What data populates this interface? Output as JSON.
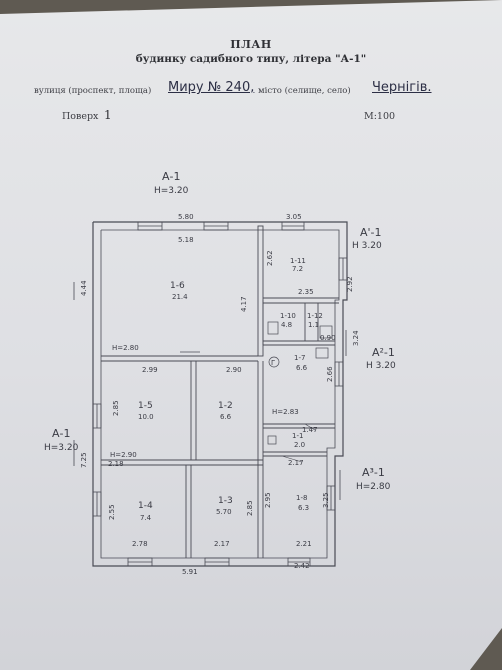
{
  "header": {
    "title": "ПЛАН",
    "subtitle": "будинку садибного типу, літера \"А-1\"",
    "street_label": "вулиця (проспект, площа)",
    "street_value": "Миру № 240,",
    "city_label": "місто (селище, село)",
    "city_value": "Чернігів.",
    "floor_label": "Поверх",
    "floor_value": "1",
    "scale": "М:100"
  },
  "plan": {
    "letter_labels": [
      {
        "code": "А-1",
        "h": "Н=3.20"
      },
      {
        "code": "А'-1",
        "h": "Н 3.20"
      },
      {
        "code": "А²-1",
        "h": "Н 3.20"
      },
      {
        "code": "А-1",
        "h": "Н=3.20"
      },
      {
        "code": "А³-1",
        "h": "Н=2.80"
      }
    ],
    "rooms": [
      {
        "id": "1-6",
        "area": "21.4"
      },
      {
        "id": "1-11",
        "area": "7.2"
      },
      {
        "id": "1-10",
        "area": "4.8"
      },
      {
        "id": "1-12",
        "area": "1.1"
      },
      {
        "id": "1-7",
        "area": "6.6"
      },
      {
        "id": "1-5",
        "area": "10.0"
      },
      {
        "id": "1-2",
        "area": "6.6"
      },
      {
        "id": "1-1",
        "area": "2.0"
      },
      {
        "id": "1-4",
        "area": "7.4"
      },
      {
        "id": "1-3",
        "area": "5.70"
      },
      {
        "id": "1-8",
        "area": "6.3"
      }
    ],
    "heights": [
      "Н=2.80",
      "Н=2.90",
      "Н=2.83"
    ],
    "dimensions": [
      "5.80",
      "3.05",
      "5.18",
      "2.62",
      "2.35",
      "2.92",
      "4.44",
      "4.17",
      "2.99",
      "2.90",
      "2.85",
      "3.24",
      "2.66",
      "1.47",
      "2.17",
      "2.18",
      "2.78",
      "2.17",
      "2.21",
      "7.25",
      "2.55",
      "2.95",
      "3.25",
      "2.85",
      "5.91",
      "2.42",
      "0.90"
    ],
    "symbols": [
      "Г"
    ]
  }
}
